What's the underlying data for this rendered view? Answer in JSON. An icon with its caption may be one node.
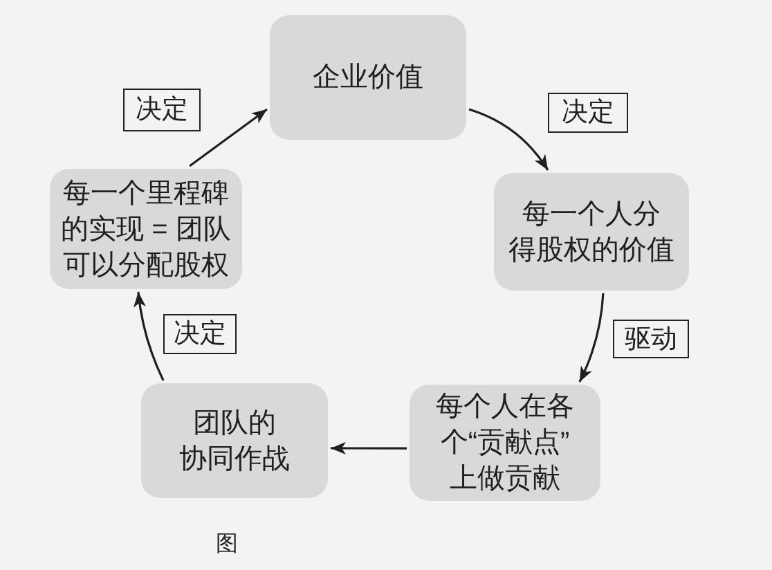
{
  "diagram": {
    "caption": "图",
    "nodes": [
      {
        "text": [
          "企业价值"
        ]
      },
      {
        "text": [
          "每一个里程碑的实现 = 团队可以分配股权"
        ]
      },
      {
        "text": [
          "每一个人分得股权的价值"
        ]
      },
      {
        "text": [
          "团队的协同作战"
        ]
      },
      {
        "text": [
          "每个人在各个“贡献点”上做贡献"
        ]
      }
    ],
    "edges": [
      {
        "from": 1,
        "to": 0,
        "arrow": "to",
        "label": "决定"
      },
      {
        "from": 0,
        "to": 2,
        "arrow": "to",
        "label": "决定"
      },
      {
        "from": 2,
        "to": 4,
        "arrow": "to",
        "label": "驱动"
      },
      {
        "from": 4,
        "to": 3,
        "arrow": "to"
      },
      {
        "from": 3,
        "to": 1,
        "arrow": "to",
        "label": "决定"
      }
    ]
  }
}
